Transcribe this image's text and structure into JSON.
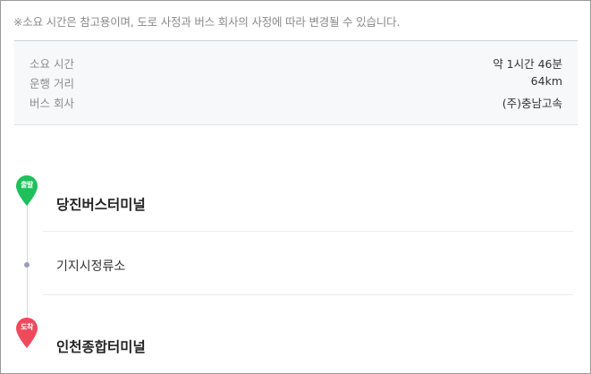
{
  "notice": "※소요 시간은 참고용이며, 도로 사정과 버스 회사의 사정에 따라 변경될 수 있습니다.",
  "info": [
    {
      "label": "소요 시간",
      "value": "약 1시간 46분"
    },
    {
      "label": "운행 거리",
      "value": "64km"
    },
    {
      "label": "버스 회사",
      "value": "(주)충남고속"
    }
  ],
  "route": {
    "origin": {
      "badge": "출발",
      "name": "당진버스터미널",
      "color": "#1fbf5b"
    },
    "stops": [
      {
        "name": "기지시정류소"
      }
    ],
    "destination": {
      "badge": "도착",
      "name": "인천종합터미널",
      "color": "#ee4a5c"
    }
  }
}
